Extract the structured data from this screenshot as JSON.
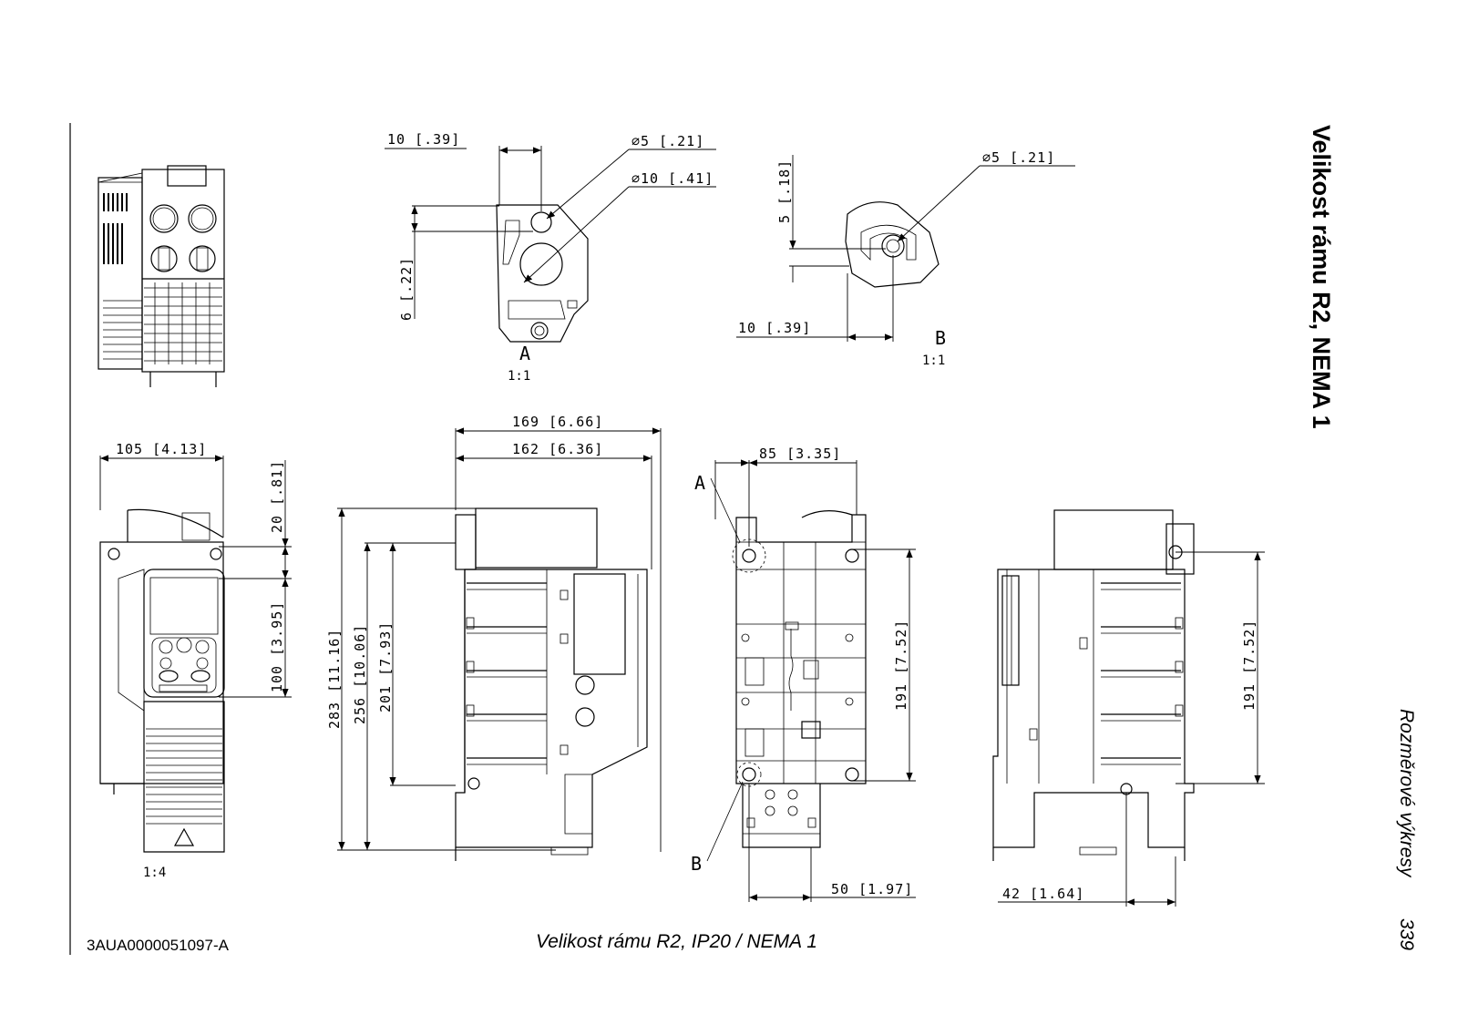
{
  "page": {
    "title": "Velikost rámu R2, NEMA 1",
    "caption": "Velikost rámu R2, IP20 / NEMA 1",
    "doc_id": "3AUA0000051097-A",
    "section": "Rozměrové výkresy",
    "page_number": "339"
  },
  "detail_a": {
    "label": "A",
    "scale": "1:1",
    "dims": {
      "width": "10 [.39]",
      "hole_small": "∅5 [.21]",
      "hole_large": "∅10 [.41]",
      "height": "6 [.22]"
    }
  },
  "detail_b": {
    "label": "B",
    "scale": "1:1",
    "dims": {
      "hole": "∅5 [.21]",
      "height": "5 [.18]",
      "width": "10 [.39]"
    }
  },
  "front_view": {
    "scale": "1:4",
    "dims": {
      "width": "105 [4.13]",
      "top": "20 [.81]",
      "mid": "100 [3.95]"
    }
  },
  "side_view": {
    "dims": {
      "depth_overall": "169 [6.66]",
      "depth": "162 [6.36]",
      "h_overall": "283 [11.16]",
      "h_mid": "256 [10.06]",
      "h_small": "201 [7.93]"
    }
  },
  "back_view": {
    "callout_a": "A",
    "callout_b": "B",
    "dims": {
      "width": "85 [3.35]",
      "height": "191 [7.52]",
      "bottom": "50 [1.97]"
    }
  },
  "right_view": {
    "dims": {
      "height": "191 [7.52]",
      "bottom": "42 [1.64]"
    }
  }
}
